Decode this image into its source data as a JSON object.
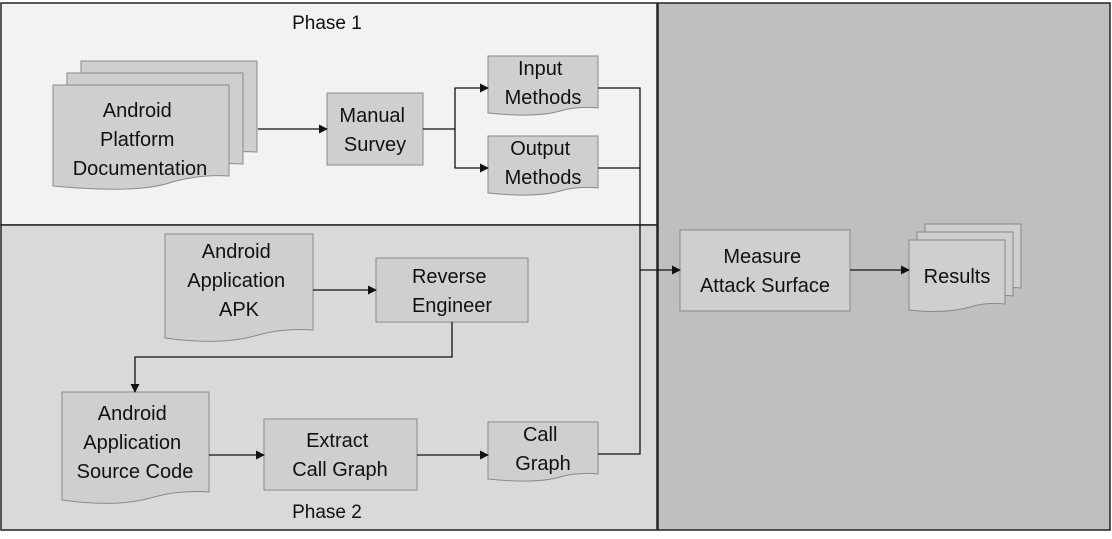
{
  "phases": {
    "phase1_label": "Phase 1",
    "phase2_label": "Phase 2"
  },
  "nodes": {
    "platform_docs": [
      "Android",
      "Platform",
      "Documentation"
    ],
    "manual_survey": [
      "Manual",
      "Survey"
    ],
    "input_methods": [
      "Input",
      "Methods"
    ],
    "output_methods": [
      "Output",
      "Methods"
    ],
    "app_apk": [
      "Android",
      "Application",
      "APK"
    ],
    "reverse_engineer": [
      "Reverse",
      "Engineer"
    ],
    "source_code": [
      "Android",
      "Application",
      "Source Code"
    ],
    "extract_call_graph": [
      "Extract",
      "Call Graph"
    ],
    "call_graph": [
      "Call",
      "Graph"
    ],
    "measure_attack_surface": [
      "Measure",
      "Attack Surface"
    ],
    "results": [
      "Results"
    ]
  },
  "colors": {
    "phase1_bg": "#f2f2f2",
    "phase2_bg": "#d9d9d9",
    "right_panel_bg": "#bfbfbf",
    "shape_fill": "#cfcfcf",
    "shape_stroke": "#8a8a8a",
    "line": "#111111"
  }
}
